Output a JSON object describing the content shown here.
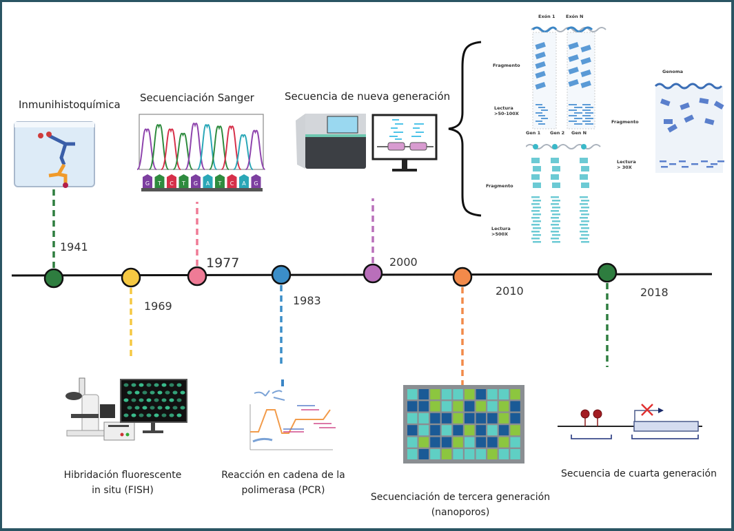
{
  "timeline": {
    "events": [
      {
        "year": "1941",
        "label": "Inmunihistoquímica",
        "position": "above",
        "color": "#2e7d3f"
      },
      {
        "year": "1969",
        "label_line1": "Hibridación fluorescente",
        "label_line2": "in situ  (FISH)",
        "position": "below",
        "color": "#f5c842"
      },
      {
        "year": "1977",
        "label": "Secuenciación Sanger",
        "position": "above",
        "color": "#ef7b96"
      },
      {
        "year": "1983",
        "label_line1": "Reacción en cadena de la",
        "label_line2": "polimerasa (PCR)",
        "position": "below",
        "color": "#3b8ec8"
      },
      {
        "year": "2000",
        "label": "Secuencia de nueva generación",
        "position": "above",
        "color": "#b96fba"
      },
      {
        "year": "2010",
        "label_line1": "Secuenciación de tercera generación",
        "label_line2": "(nanoporos)",
        "position": "below",
        "color": "#f28a4a"
      },
      {
        "year": "2018",
        "label": "Secuencia de cuarta generación",
        "position": "below",
        "color": "#2e7d3f"
      }
    ]
  },
  "sanger": {
    "bases": [
      "G",
      "T",
      "C",
      "T",
      "G",
      "A",
      "T",
      "C",
      "A",
      "G"
    ]
  },
  "ngs_detail": {
    "exome": {
      "columns": [
        "Exón 1",
        "Exón N"
      ],
      "fragment_label": "Fragmento",
      "read_label_line1": "Lectura",
      "read_label_line2": ">50-100X"
    },
    "panel": {
      "columns": [
        "Gen 1",
        "Gen 2",
        "Gen N"
      ],
      "fragment_label": "Fragmento",
      "read_label_line1": "Lectura",
      "read_label_line2": ">500X"
    },
    "genome": {
      "title": "Genoma",
      "fragment_label": "Fragmento",
      "read_label_line1": "Lectura",
      "read_label_line2": "> 30X"
    }
  },
  "nanopore_grid": {
    "rows": [
      [
        "t",
        "d",
        "g",
        "t",
        "t",
        "g",
        "d",
        "t",
        "t",
        "g"
      ],
      [
        "d",
        "d",
        "g",
        "t",
        "g",
        "d",
        "g",
        "t",
        "g",
        "d"
      ],
      [
        "t",
        "t",
        "d",
        "d",
        "g",
        "d",
        "d",
        "d",
        "g",
        "d"
      ],
      [
        "d",
        "t",
        "d",
        "t",
        "d",
        "g",
        "d",
        "t",
        "d",
        "g"
      ],
      [
        "t",
        "g",
        "d",
        "d",
        "g",
        "t",
        "d",
        "d",
        "g",
        "t"
      ],
      [
        "t",
        "d",
        "t",
        "g",
        "t",
        "t",
        "t",
        "g",
        "t",
        "t"
      ]
    ],
    "colors": {
      "t": "#5fcfc4",
      "d": "#1a5a96",
      "g": "#8cc63f"
    }
  }
}
